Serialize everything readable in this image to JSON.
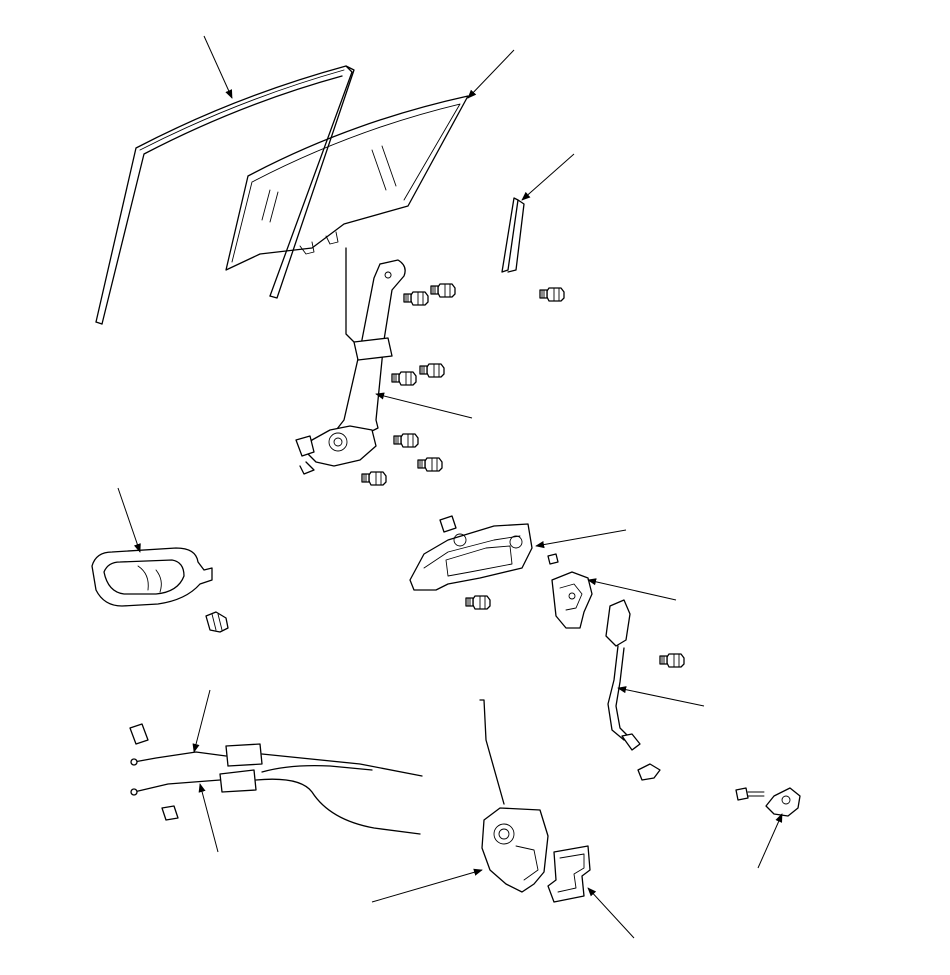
{
  "diagram": {
    "colors": {
      "line": "#000000",
      "background": "#ffffff"
    },
    "parts": [
      "door-run-channel",
      "door-glass",
      "rear-lower-channel",
      "window-regulator",
      "inner-handle",
      "outer-handle",
      "outer-handle-protector",
      "lock-cylinder-rod",
      "inner-handle-cables",
      "door-latch",
      "latch-cover",
      "lock-knob-retainer"
    ]
  }
}
